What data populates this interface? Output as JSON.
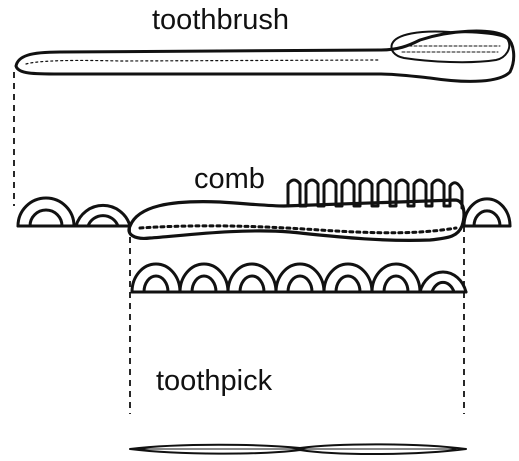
{
  "labels": {
    "toothbrush": "toothbrush",
    "comb": "comb",
    "toothpick": "toothpick"
  },
  "colors": {
    "ink": "#111111",
    "background": "#ffffff"
  }
}
